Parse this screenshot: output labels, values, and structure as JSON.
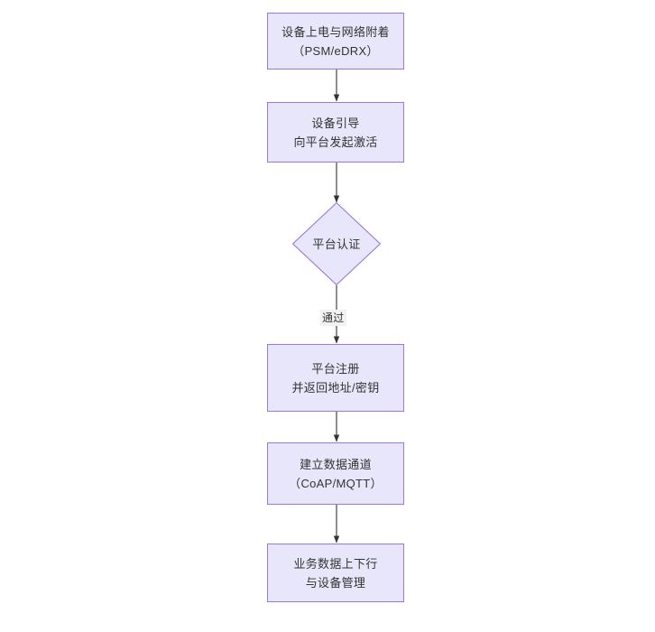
{
  "diagram": {
    "type": "flowchart",
    "orientation": "top-to-bottom",
    "colors": {
      "node_fill": "#e8e6fb",
      "node_border": "#9d78db",
      "text": "#333333",
      "edge_line": "#333333",
      "background": "#ffffff",
      "edge_label_background": "#f2f2f2"
    },
    "nodes": [
      {
        "id": "power-on",
        "shape": "rectangle",
        "line1": "设备上电与网络附着",
        "line2": "（PSM/eDRX）"
      },
      {
        "id": "bootstrap",
        "shape": "rectangle",
        "line1": "设备引导",
        "line2": "向平台发起激活"
      },
      {
        "id": "platform-auth",
        "shape": "diamond",
        "line1": "平台认证",
        "line2": ""
      },
      {
        "id": "platform-register",
        "shape": "rectangle",
        "line1": "平台注册",
        "line2": "并返回地址/密钥"
      },
      {
        "id": "data-channel",
        "shape": "rectangle",
        "line1": "建立数据通道",
        "line2": "（CoAP/MQTT）"
      },
      {
        "id": "business-data",
        "shape": "rectangle",
        "line1": "业务数据上下行",
        "line2": "与设备管理"
      }
    ],
    "edges": [
      {
        "from": "power-on",
        "to": "bootstrap",
        "label": ""
      },
      {
        "from": "bootstrap",
        "to": "platform-auth",
        "label": ""
      },
      {
        "from": "platform-auth",
        "to": "platform-register",
        "label": "通过"
      },
      {
        "from": "platform-register",
        "to": "data-channel",
        "label": ""
      },
      {
        "from": "data-channel",
        "to": "business-data",
        "label": ""
      }
    ]
  }
}
